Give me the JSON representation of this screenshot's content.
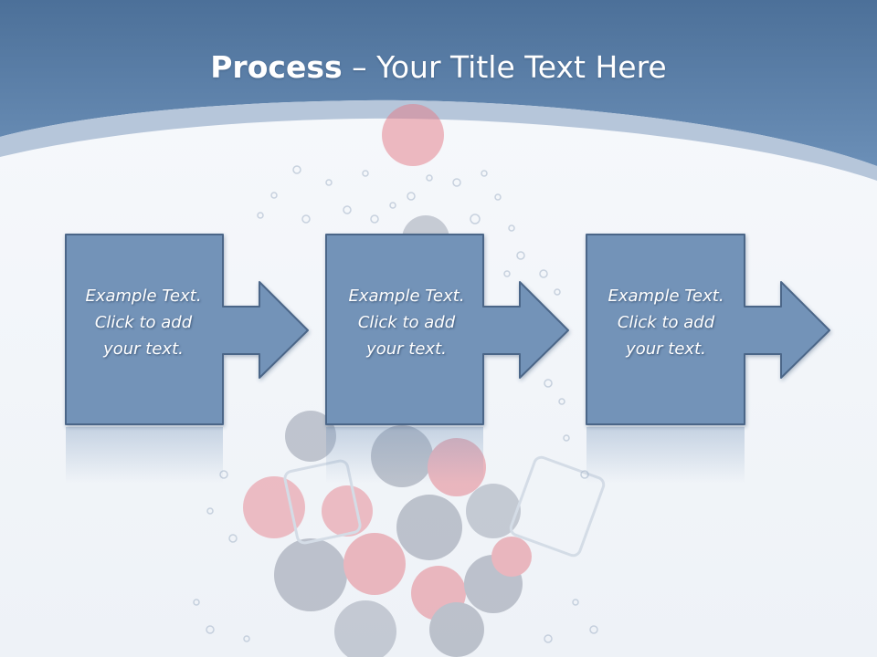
{
  "slide": {
    "title_bold": "Process",
    "title_rest": " – Your Title Text Here"
  },
  "steps": [
    {
      "lines": [
        "Example Text.",
        "Click  to add",
        "your text."
      ]
    },
    {
      "lines": [
        "Example Text.",
        "Click  to add",
        "your text."
      ]
    },
    {
      "lines": [
        "Example Text.",
        "Click  to add",
        "your text."
      ]
    }
  ],
  "colors": {
    "header": "#5a7fa8",
    "box_fill": "#7393b8",
    "box_stroke": "#4b6688",
    "text": "#ffffff"
  }
}
